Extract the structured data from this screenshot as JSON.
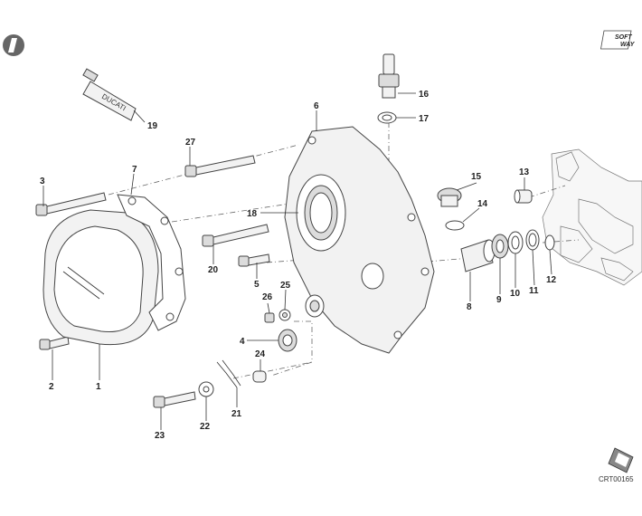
{
  "diagram": {
    "code": "CRT00165",
    "logo_line1": "SOFT",
    "logo_line2": "WAY",
    "tube_text": "DUCATI",
    "labels": {
      "p1": "1",
      "p2": "2",
      "p3": "3",
      "p4": "4",
      "p5": "5",
      "p6": "6",
      "p7": "7",
      "p8": "8",
      "p9": "9",
      "p10": "10",
      "p11": "11",
      "p12": "12",
      "p13": "13",
      "p14": "14",
      "p15": "15",
      "p16": "16",
      "p17": "17",
      "p18": "18",
      "p19": "19",
      "p20": "20",
      "p21": "21",
      "p22": "22",
      "p23": "23",
      "p24": "24",
      "p25": "25",
      "p26": "26",
      "p27": "27"
    }
  }
}
